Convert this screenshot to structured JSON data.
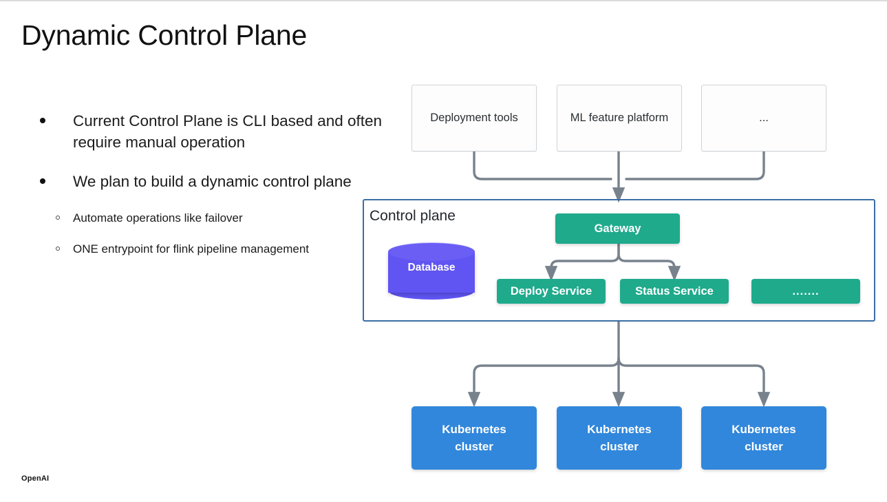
{
  "slide": {
    "title": "Dynamic Control Plane",
    "footer_logo": "OpenAI"
  },
  "bullets": [
    {
      "level": 1,
      "text": "Current Control Plane is CLI based and often require manual operation"
    },
    {
      "level": 1,
      "text": "We plan to build a dynamic control plane"
    },
    {
      "level": 2,
      "text": "Automate operations like failover"
    },
    {
      "level": 2,
      "text": "ONE entrypoint for flink pipeline management"
    }
  ],
  "diagram": {
    "sources": [
      {
        "label": "Deployment tools"
      },
      {
        "label": "ML feature platform"
      },
      {
        "label": "..."
      }
    ],
    "control_plane": {
      "label": "Control plane",
      "database": {
        "label": "Database"
      },
      "gateway": {
        "label": "Gateway"
      },
      "services": [
        {
          "label": "Deploy Service"
        },
        {
          "label": "Status Service"
        },
        {
          "label": "......."
        }
      ]
    },
    "clusters": [
      {
        "label_line1": "Kubernetes",
        "label_line2": "cluster"
      },
      {
        "label_line1": "Kubernetes",
        "label_line2": "cluster"
      },
      {
        "label_line1": "Kubernetes",
        "label_line2": "cluster"
      }
    ]
  },
  "colors": {
    "teal": "#1faa8c",
    "blue": "#3187db",
    "purple": "#6054f2",
    "panel_border": "#3a6ea5",
    "connector": "#78828c",
    "box_border": "#cfd3d6"
  }
}
